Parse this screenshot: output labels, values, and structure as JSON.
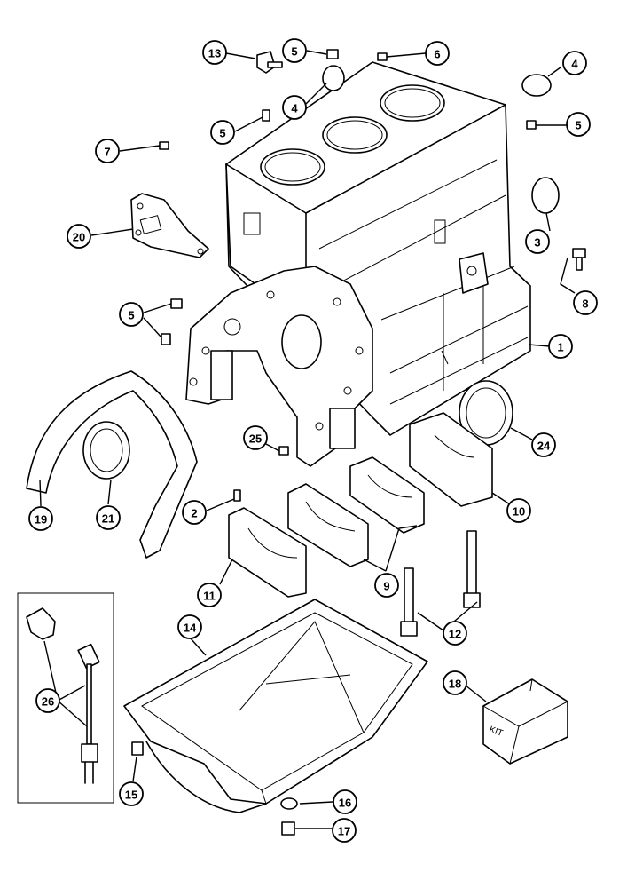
{
  "callouts": [
    {
      "id": "c13",
      "label": "13"
    },
    {
      "id": "c5a",
      "label": "5"
    },
    {
      "id": "c6",
      "label": "6"
    },
    {
      "id": "c4a",
      "label": "4"
    },
    {
      "id": "c4b",
      "label": "4"
    },
    {
      "id": "c5b",
      "label": "5"
    },
    {
      "id": "c5c",
      "label": "5"
    },
    {
      "id": "c7",
      "label": "7"
    },
    {
      "id": "c20",
      "label": "20"
    },
    {
      "id": "c3",
      "label": "3"
    },
    {
      "id": "c8",
      "label": "8"
    },
    {
      "id": "c5d",
      "label": "5"
    },
    {
      "id": "c1",
      "label": "1"
    },
    {
      "id": "c24",
      "label": "24"
    },
    {
      "id": "c25",
      "label": "25"
    },
    {
      "id": "c10",
      "label": "10"
    },
    {
      "id": "c2",
      "label": "2"
    },
    {
      "id": "c19",
      "label": "19"
    },
    {
      "id": "c21",
      "label": "21"
    },
    {
      "id": "c9",
      "label": "9"
    },
    {
      "id": "c11",
      "label": "11"
    },
    {
      "id": "c12",
      "label": "12"
    },
    {
      "id": "c14",
      "label": "14"
    },
    {
      "id": "c26",
      "label": "26"
    },
    {
      "id": "c18",
      "label": "18"
    },
    {
      "id": "c15",
      "label": "15"
    },
    {
      "id": "c16",
      "label": "16"
    },
    {
      "id": "c17",
      "label": "17"
    }
  ],
  "kit_label": "KIT"
}
